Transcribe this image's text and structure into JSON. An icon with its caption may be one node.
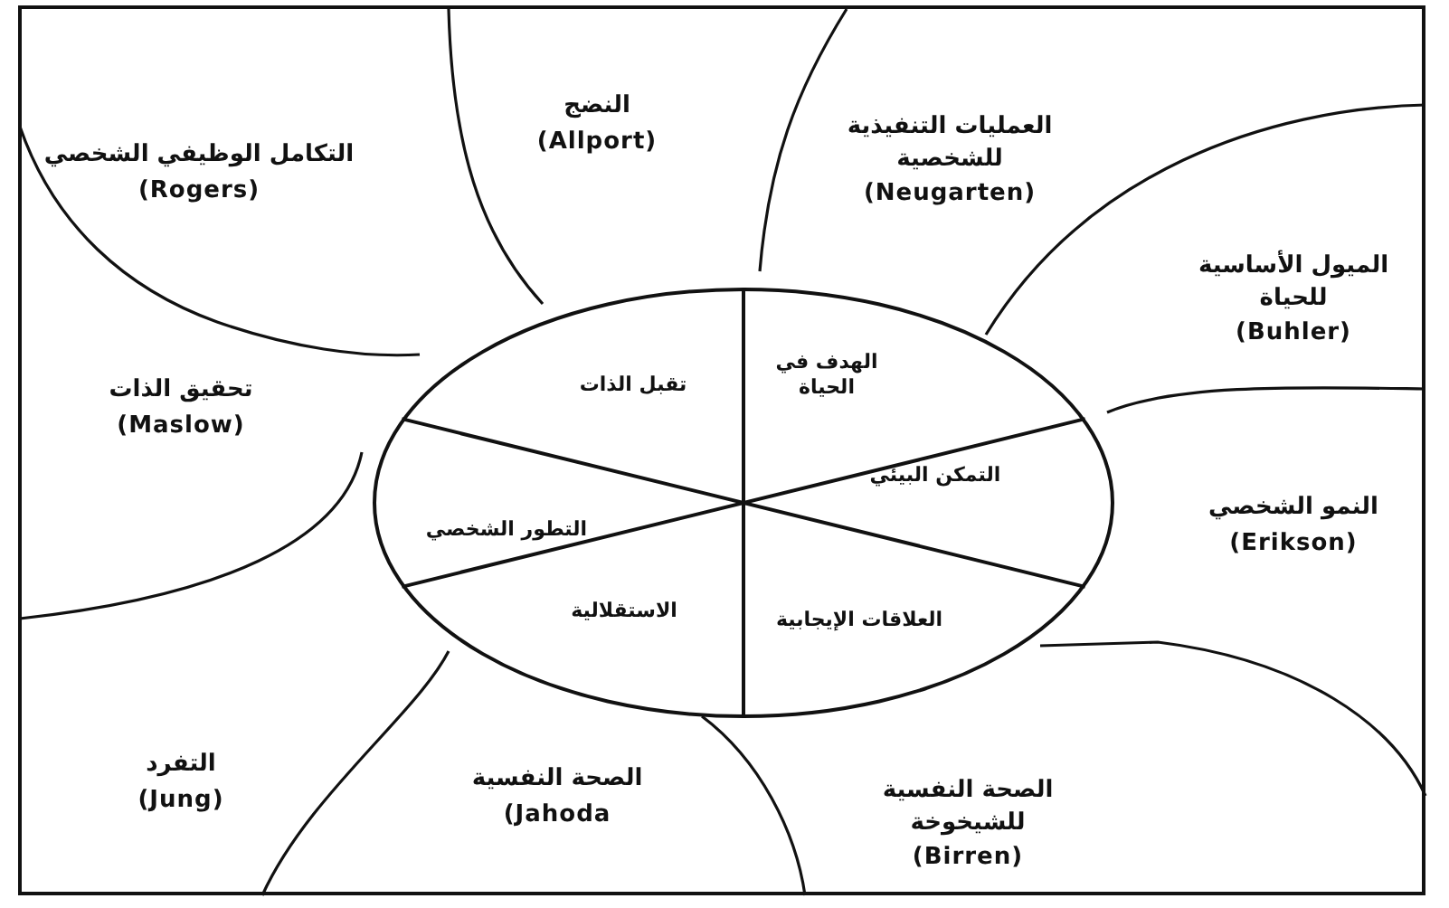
{
  "diagram": {
    "nodes": [
      {
        "text": [
          "التكامل الوظيفي الشخصي",
          "(Rogers)"
        ]
      },
      {
        "text": [
          "النضج",
          "(Allport)"
        ]
      },
      {
        "text": [
          "العمليات التنفيذية للشخصية",
          "(Neugarten)"
        ]
      },
      {
        "text": [
          "تحقيق الذات",
          "(Maslow)"
        ]
      },
      {
        "text": [
          "الميول الأساسية للحياة",
          "(Buhler)"
        ]
      },
      {
        "text": [],
        "shape": "circle"
      },
      {
        "text": [
          "تقبل الذات"
        ],
        "in": 5
      },
      {
        "text": [
          "الهدف في الحياة"
        ],
        "in": 5
      },
      {
        "text": [
          "التطور الشخصي"
        ],
        "in": 5
      },
      {
        "text": [
          "التمكن البيئي"
        ],
        "in": 5
      },
      {
        "text": [
          "الاستقلالية"
        ],
        "in": 5
      },
      {
        "text": [
          "العلاقات الإيجابية"
        ],
        "in": 5
      },
      {
        "text": [
          "النمو الشخصي",
          "(Erikson)"
        ]
      },
      {
        "text": [
          "التفرد",
          "(Jung)"
        ]
      },
      {
        "text": [
          "الصحة النفسية",
          "(Jahoda"
        ]
      },
      {
        "text": [
          "الصحة النفسية للشيخوخة",
          "(Birren)"
        ]
      }
    ]
  }
}
